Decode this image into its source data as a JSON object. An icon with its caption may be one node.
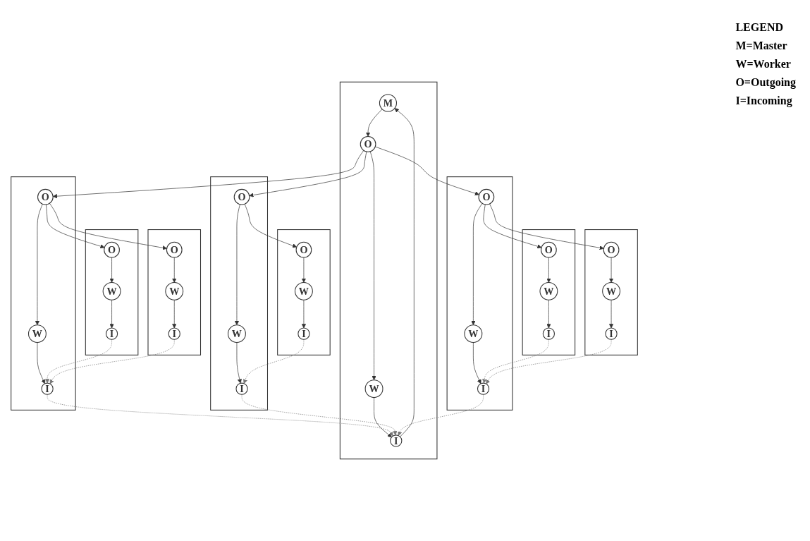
{
  "diagram": {
    "nodes": [
      {
        "text": [],
        "shape": "box"
      },
      {
        "text": [
          "M"
        ],
        "in": 0
      },
      {
        "text": [
          "O"
        ],
        "in": 0
      },
      {
        "text": [
          "I"
        ],
        "in": 0
      },
      {
        "text": [
          "W"
        ],
        "in": 0
      },
      {
        "text": [],
        "shape": "box"
      },
      {
        "text": [
          "O"
        ],
        "in": 5
      },
      {
        "text": [
          "I"
        ],
        "in": 5
      },
      {
        "text": [
          "W"
        ],
        "in": 5
      },
      {
        "text": [],
        "shape": "box"
      },
      {
        "text": [
          "O"
        ],
        "in": 9
      },
      {
        "text": [
          "I"
        ],
        "in": 9
      },
      {
        "text": [
          "W"
        ],
        "in": 9
      },
      {
        "text": [],
        "shape": "box"
      },
      {
        "text": [
          "O"
        ],
        "in": 13
      },
      {
        "text": [
          "I"
        ],
        "in": 13
      },
      {
        "text": [
          "W"
        ],
        "in": 13
      },
      {
        "text": [],
        "shape": "box"
      },
      {
        "text": [
          "O"
        ],
        "in": 17
      },
      {
        "text": [
          "I"
        ],
        "in": 17
      },
      {
        "text": [
          "W"
        ],
        "in": 17
      },
      {
        "text": [],
        "shape": "box"
      },
      {
        "text": [
          "O"
        ],
        "in": 21
      },
      {
        "text": [
          "I"
        ],
        "in": 21
      },
      {
        "text": [
          "W"
        ],
        "in": 21
      },
      {
        "text": [],
        "shape": "box"
      },
      {
        "text": [
          "O"
        ],
        "in": 25
      },
      {
        "text": [
          "I"
        ],
        "in": 25
      },
      {
        "text": [
          "W"
        ],
        "in": 25
      },
      {
        "text": [],
        "shape": "box"
      },
      {
        "text": [
          "O"
        ],
        "in": 29
      },
      {
        "text": [
          "I"
        ],
        "in": 29
      },
      {
        "text": [
          "W"
        ],
        "in": 29
      },
      {
        "text": [],
        "shape": "box"
      },
      {
        "text": [
          "O"
        ],
        "in": 33
      },
      {
        "text": [
          "I"
        ],
        "in": 33
      },
      {
        "text": [
          "W"
        ],
        "in": 33
      }
    ],
    "edges": [
      {
        "from": 1,
        "to": 2,
        "arrow": "to"
      },
      {
        "from": 2,
        "to": 4,
        "arrow": "to"
      },
      {
        "from": 4,
        "to": 3,
        "arrow": "to"
      },
      {
        "from": 3,
        "to": 1,
        "arrow": "to"
      },
      {
        "from": 6,
        "to": 8,
        "arrow": "to"
      },
      {
        "from": 8,
        "to": 7,
        "arrow": "to"
      },
      {
        "from": 10,
        "to": 12,
        "arrow": "to"
      },
      {
        "from": 12,
        "to": 11,
        "arrow": "to"
      },
      {
        "from": 14,
        "to": 16,
        "arrow": "to"
      },
      {
        "from": 16,
        "to": 15,
        "arrow": "to"
      },
      {
        "from": 18,
        "to": 20,
        "arrow": "to"
      },
      {
        "from": 20,
        "to": 19,
        "arrow": "to"
      },
      {
        "from": 22,
        "to": 24,
        "arrow": "to"
      },
      {
        "from": 24,
        "to": 23,
        "arrow": "to"
      },
      {
        "from": 26,
        "to": 28,
        "arrow": "to"
      },
      {
        "from": 28,
        "to": 27,
        "arrow": "to"
      },
      {
        "from": 30,
        "to": 32,
        "arrow": "to"
      },
      {
        "from": 32,
        "to": 31,
        "arrow": "to"
      },
      {
        "from": 34,
        "to": 36,
        "arrow": "to"
      },
      {
        "from": 36,
        "to": 35,
        "arrow": "to"
      },
      {
        "from": 2,
        "to": 6,
        "arrow": "to"
      },
      {
        "from": 2,
        "to": 10,
        "arrow": "to"
      },
      {
        "from": 2,
        "to": 14,
        "arrow": "to"
      },
      {
        "from": 7,
        "to": 3,
        "arrow": "to",
        "style": "dashed",
        "color": "#777777"
      },
      {
        "from": 11,
        "to": 3,
        "arrow": "to",
        "style": "dashed",
        "color": "#777777"
      },
      {
        "from": 15,
        "to": 3,
        "arrow": "to",
        "style": "dashed",
        "color": "#777777"
      },
      {
        "from": 6,
        "to": 18,
        "arrow": "to"
      },
      {
        "from": 6,
        "to": 22,
        "arrow": "to"
      },
      {
        "from": 10,
        "to": 26,
        "arrow": "to"
      },
      {
        "from": 14,
        "to": 30,
        "arrow": "to"
      },
      {
        "from": 14,
        "to": 34,
        "arrow": "to"
      },
      {
        "from": 19,
        "to": 7,
        "arrow": "to",
        "style": "dashed",
        "color": "#777777"
      },
      {
        "from": 23,
        "to": 7,
        "arrow": "to",
        "style": "dashed",
        "color": "#777777"
      },
      {
        "from": 27,
        "to": 11,
        "arrow": "to",
        "style": "dashed",
        "color": "#777777"
      },
      {
        "from": 31,
        "to": 15,
        "arrow": "to",
        "style": "dashed",
        "color": "#777777"
      },
      {
        "from": 35,
        "to": 15,
        "arrow": "to",
        "style": "dashed",
        "color": "#777777"
      }
    ],
    "labels": [
      "LEGEND",
      "M=Master",
      "W=Worker",
      "O=Outgoing",
      "I=Incoming"
    ]
  }
}
